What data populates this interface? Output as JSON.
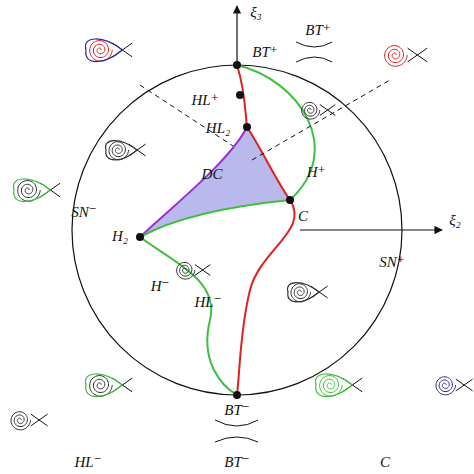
{
  "diagram": {
    "labels": [
      "ξ₃",
      "ξ₂",
      "BT⁺",
      "BT⁺",
      "HL⁺",
      "HL₂",
      "H⁺",
      "DC",
      "C",
      "SN⁻",
      "SN⁺",
      "H₂",
      "H⁻",
      "HL⁻",
      "BT⁻",
      "HL⁻",
      "BT⁻",
      "C"
    ]
  }
}
